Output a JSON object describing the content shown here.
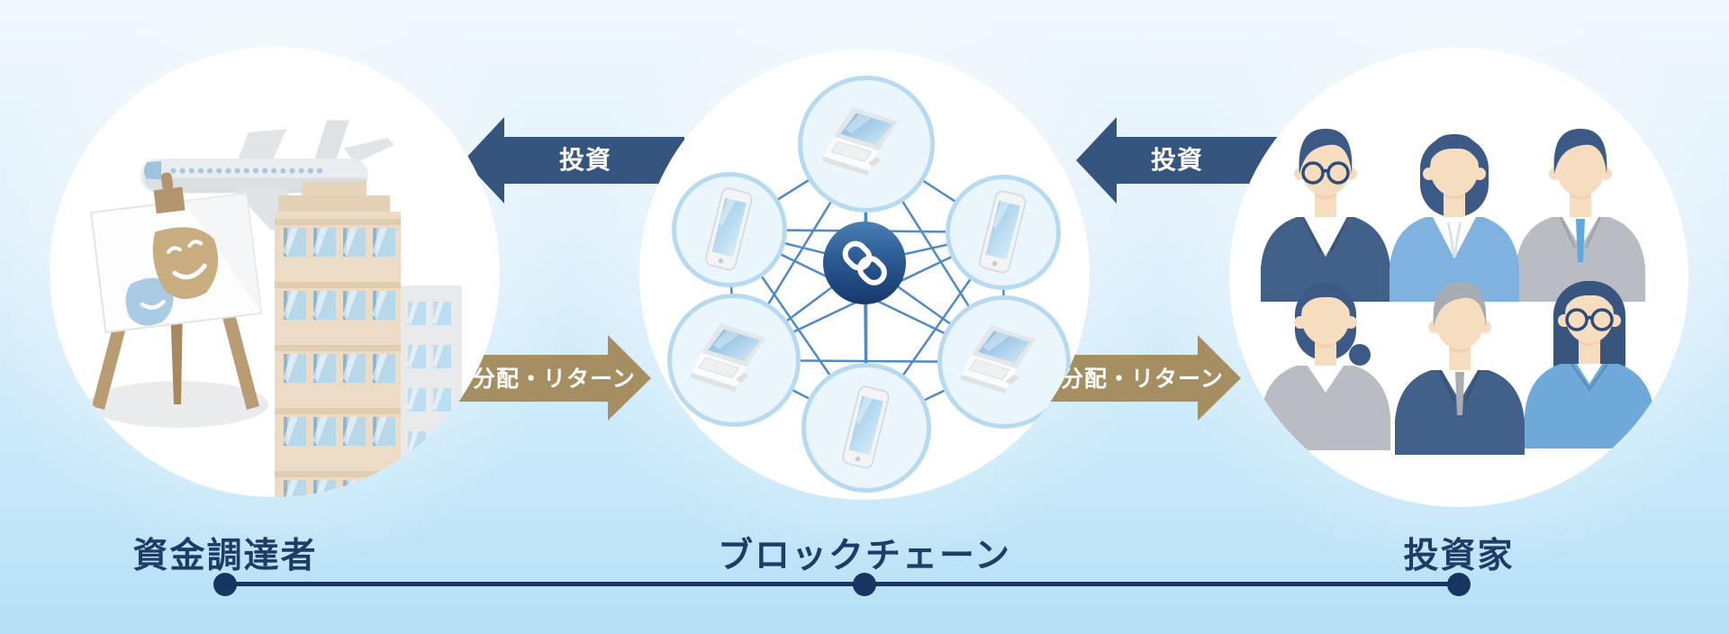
{
  "groups": [
    {
      "id": "fundraiser",
      "label": "資金調達者",
      "icons": [
        "airplane-icon",
        "theater-masks-easel-icon",
        "office-building-icon"
      ]
    },
    {
      "id": "blockchain",
      "label": "ブロックチェーン",
      "icons": [
        "chain-link-icon",
        "laptop-icon",
        "smartphone-icon"
      ]
    },
    {
      "id": "investor",
      "label": "投資家",
      "icons": [
        "investor-avatar-icons"
      ]
    }
  ],
  "arrows": [
    {
      "id": "arrow-invest-left",
      "label": "投資",
      "points": "left",
      "color": "#35547e"
    },
    {
      "id": "arrow-invest-right",
      "label": "投資",
      "points": "left",
      "color": "#35547e"
    },
    {
      "id": "arrow-return-left",
      "label": "分配・リターン",
      "points": "right",
      "color": "#a68e63"
    },
    {
      "id": "arrow-return-right",
      "label": "分配・リターン",
      "points": "right",
      "color": "#a68e63"
    }
  ],
  "network": {
    "hub_icon": "chain-link-icon",
    "nodes": [
      {
        "id": "node-top",
        "device": "laptop"
      },
      {
        "id": "node-upper-left",
        "device": "smartphone"
      },
      {
        "id": "node-upper-right",
        "device": "smartphone"
      },
      {
        "id": "node-lower-left",
        "device": "laptop"
      },
      {
        "id": "node-lower-right",
        "device": "laptop"
      },
      {
        "id": "node-bottom",
        "device": "smartphone"
      }
    ]
  },
  "investors": [
    {
      "icon": "investor-man-glasses",
      "hair": "#3c5a85",
      "hairstyle": "men",
      "jacket": "#41608a",
      "shirt": "open",
      "glasses": true
    },
    {
      "icon": "investor-woman-bob",
      "hair": "#3c5a85",
      "hairstyle": "bob",
      "jacket": "#7fb2de",
      "shirt": "ruffle",
      "glasses": false
    },
    {
      "icon": "investor-man-blue-tie",
      "hair": "#3c5a85",
      "hairstyle": "men",
      "jacket": "#b9bdc3",
      "shirt": "tie",
      "tie": "#5da9e0",
      "glasses": false
    },
    {
      "icon": "investor-woman-ponytail",
      "hair": "#3c5a85",
      "hairstyle": "ponytail",
      "jacket": "#b9bdc3",
      "shirt": "plain",
      "glasses": false
    },
    {
      "icon": "investor-man-gray-hair",
      "hair": "#a7acb2",
      "hairstyle": "men",
      "jacket": "#41608a",
      "shirt": "tie",
      "tie": "#a8adb3",
      "glasses": false
    },
    {
      "icon": "investor-woman-glasses",
      "hair": "#37557f",
      "hairstyle": "long",
      "jacket": "#6ea9d9",
      "shirt": "vneck",
      "glasses": true
    }
  ],
  "colors": {
    "invest_arrow": "#35547e",
    "return_arrow": "#a68e63",
    "label_text": "#1d3c68",
    "timeline": "#16365f",
    "hub_top": "#4a80b4",
    "hub_bottom": "#16386b",
    "network_line": "#5089c5",
    "node_ring": "#b5daf2",
    "background_top": "#eff8fd",
    "background_bottom": "#b5e0f6"
  }
}
